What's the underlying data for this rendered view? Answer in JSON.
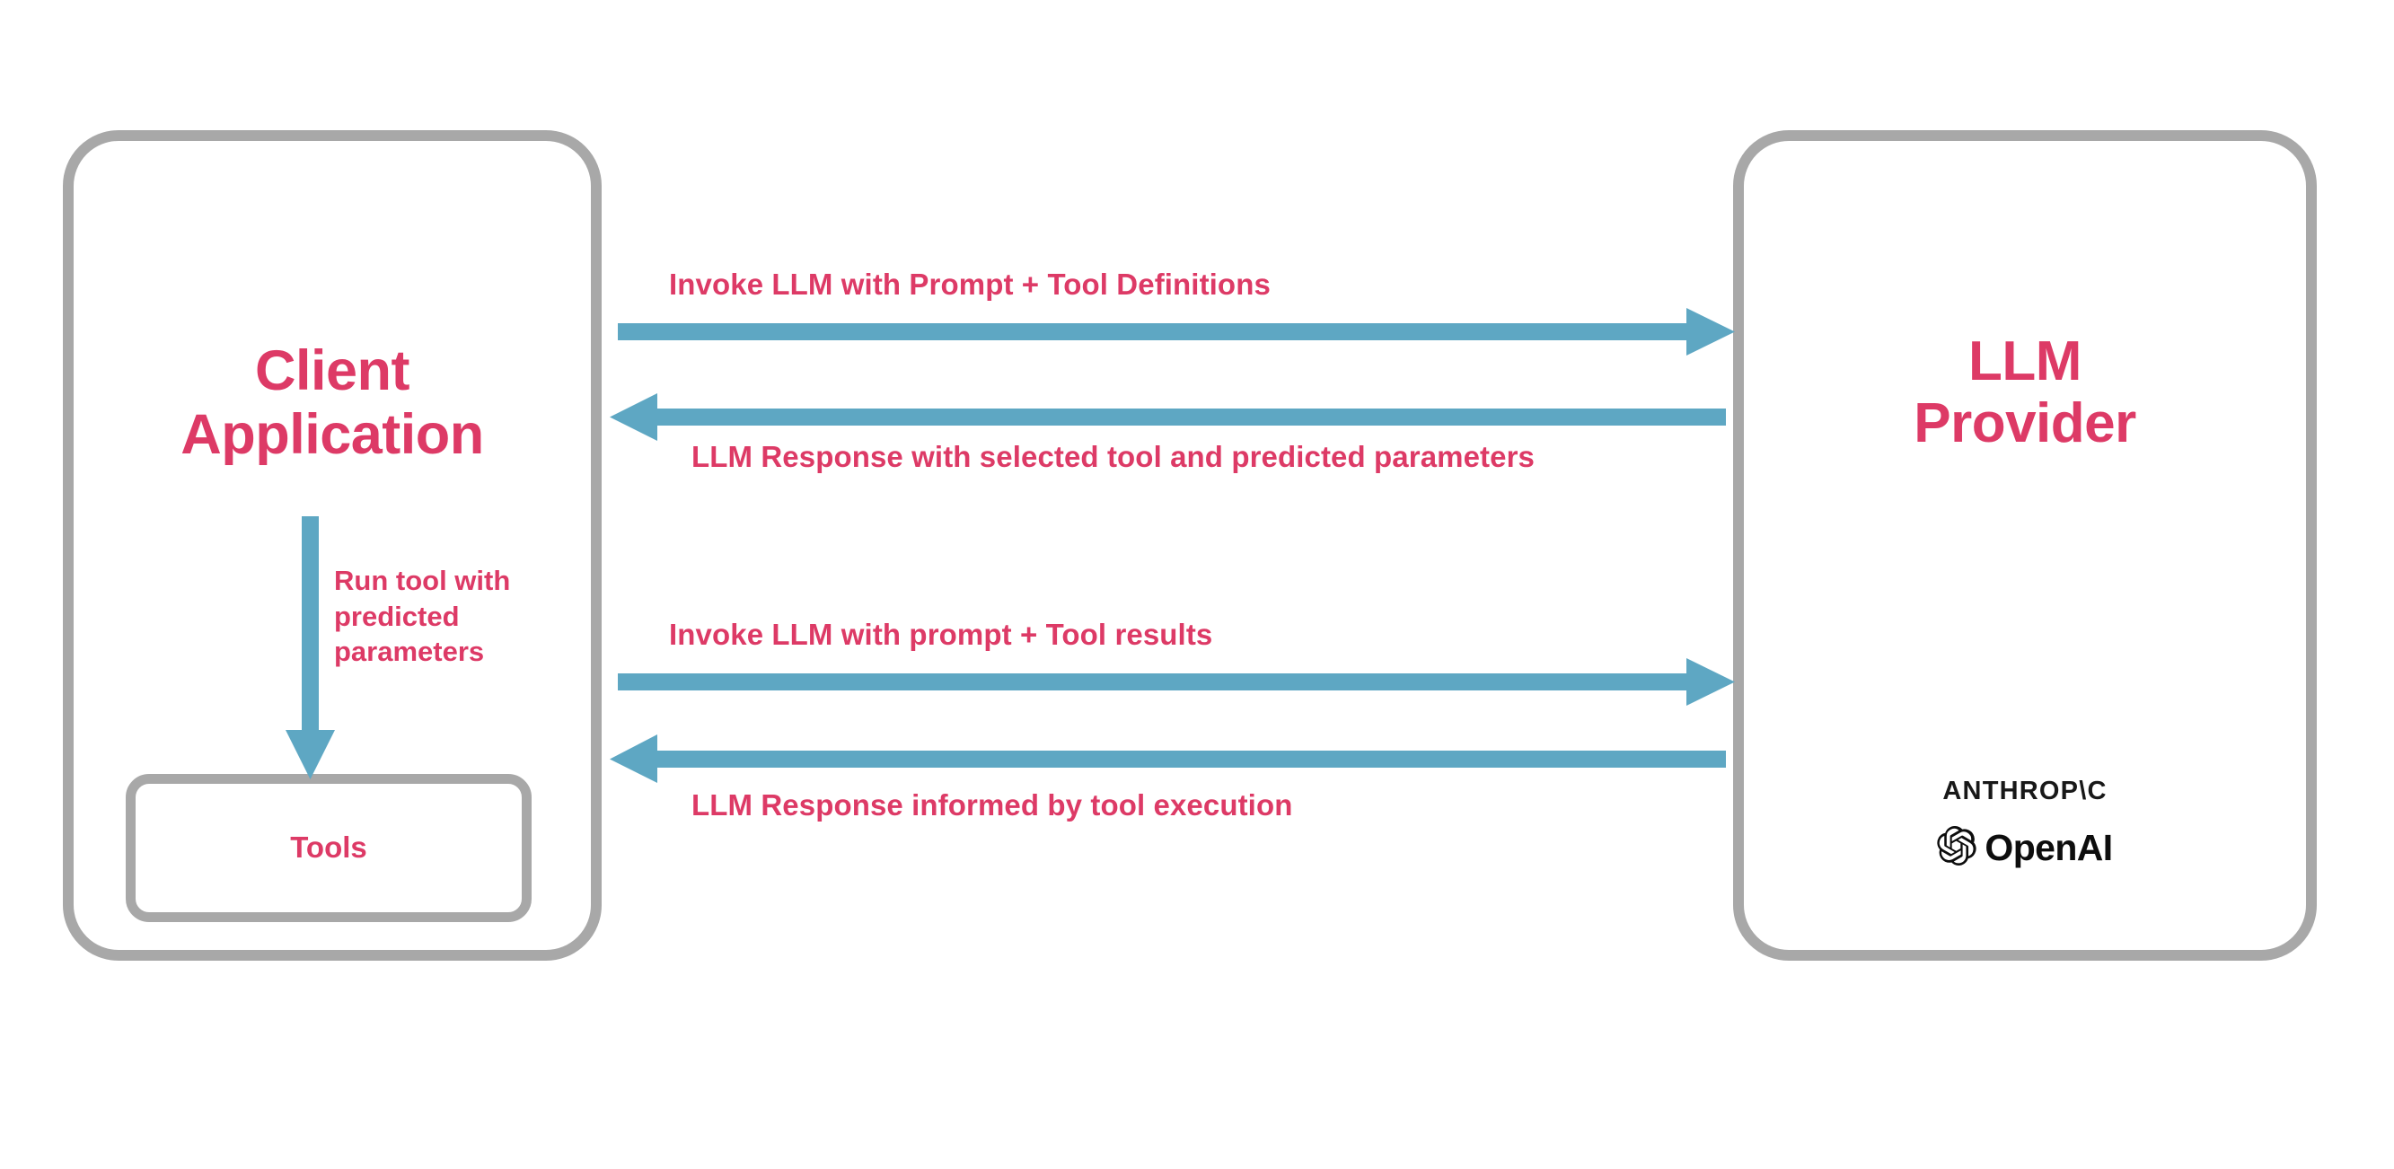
{
  "diagram": {
    "title": "LLM tool calling flow",
    "colors": {
      "accent_text": "#dd3a66",
      "arrow": "#5ea7c3",
      "box_border": "#a8a8a8",
      "background": "#ffffff",
      "logo_text": "#0d0d0d"
    },
    "nodes": {
      "client": {
        "title": "Client\nApplication",
        "tools": {
          "label": "Tools"
        }
      },
      "provider": {
        "title": "LLM\nProvider",
        "logos": [
          {
            "name": "anthropic-logo",
            "text": "ANTHROP\\C"
          },
          {
            "name": "openai-logo",
            "text": "OpenAI",
            "icon": "openai-knot-icon"
          }
        ]
      }
    },
    "flows": [
      {
        "id": "invoke-1",
        "label": "Invoke LLM with Prompt + Tool Definitions",
        "direction": "client-to-provider"
      },
      {
        "id": "response-1",
        "label": "LLM Response with selected tool and predicted parameters",
        "direction": "provider-to-client"
      },
      {
        "id": "invoke-2",
        "label": "Invoke LLM with prompt + Tool results",
        "direction": "client-to-provider"
      },
      {
        "id": "response-2",
        "label": "LLM Response informed by tool execution",
        "direction": "provider-to-client"
      },
      {
        "id": "run-tool",
        "label": "Run tool with predicted parameters",
        "direction": "client-to-tools"
      }
    ]
  }
}
